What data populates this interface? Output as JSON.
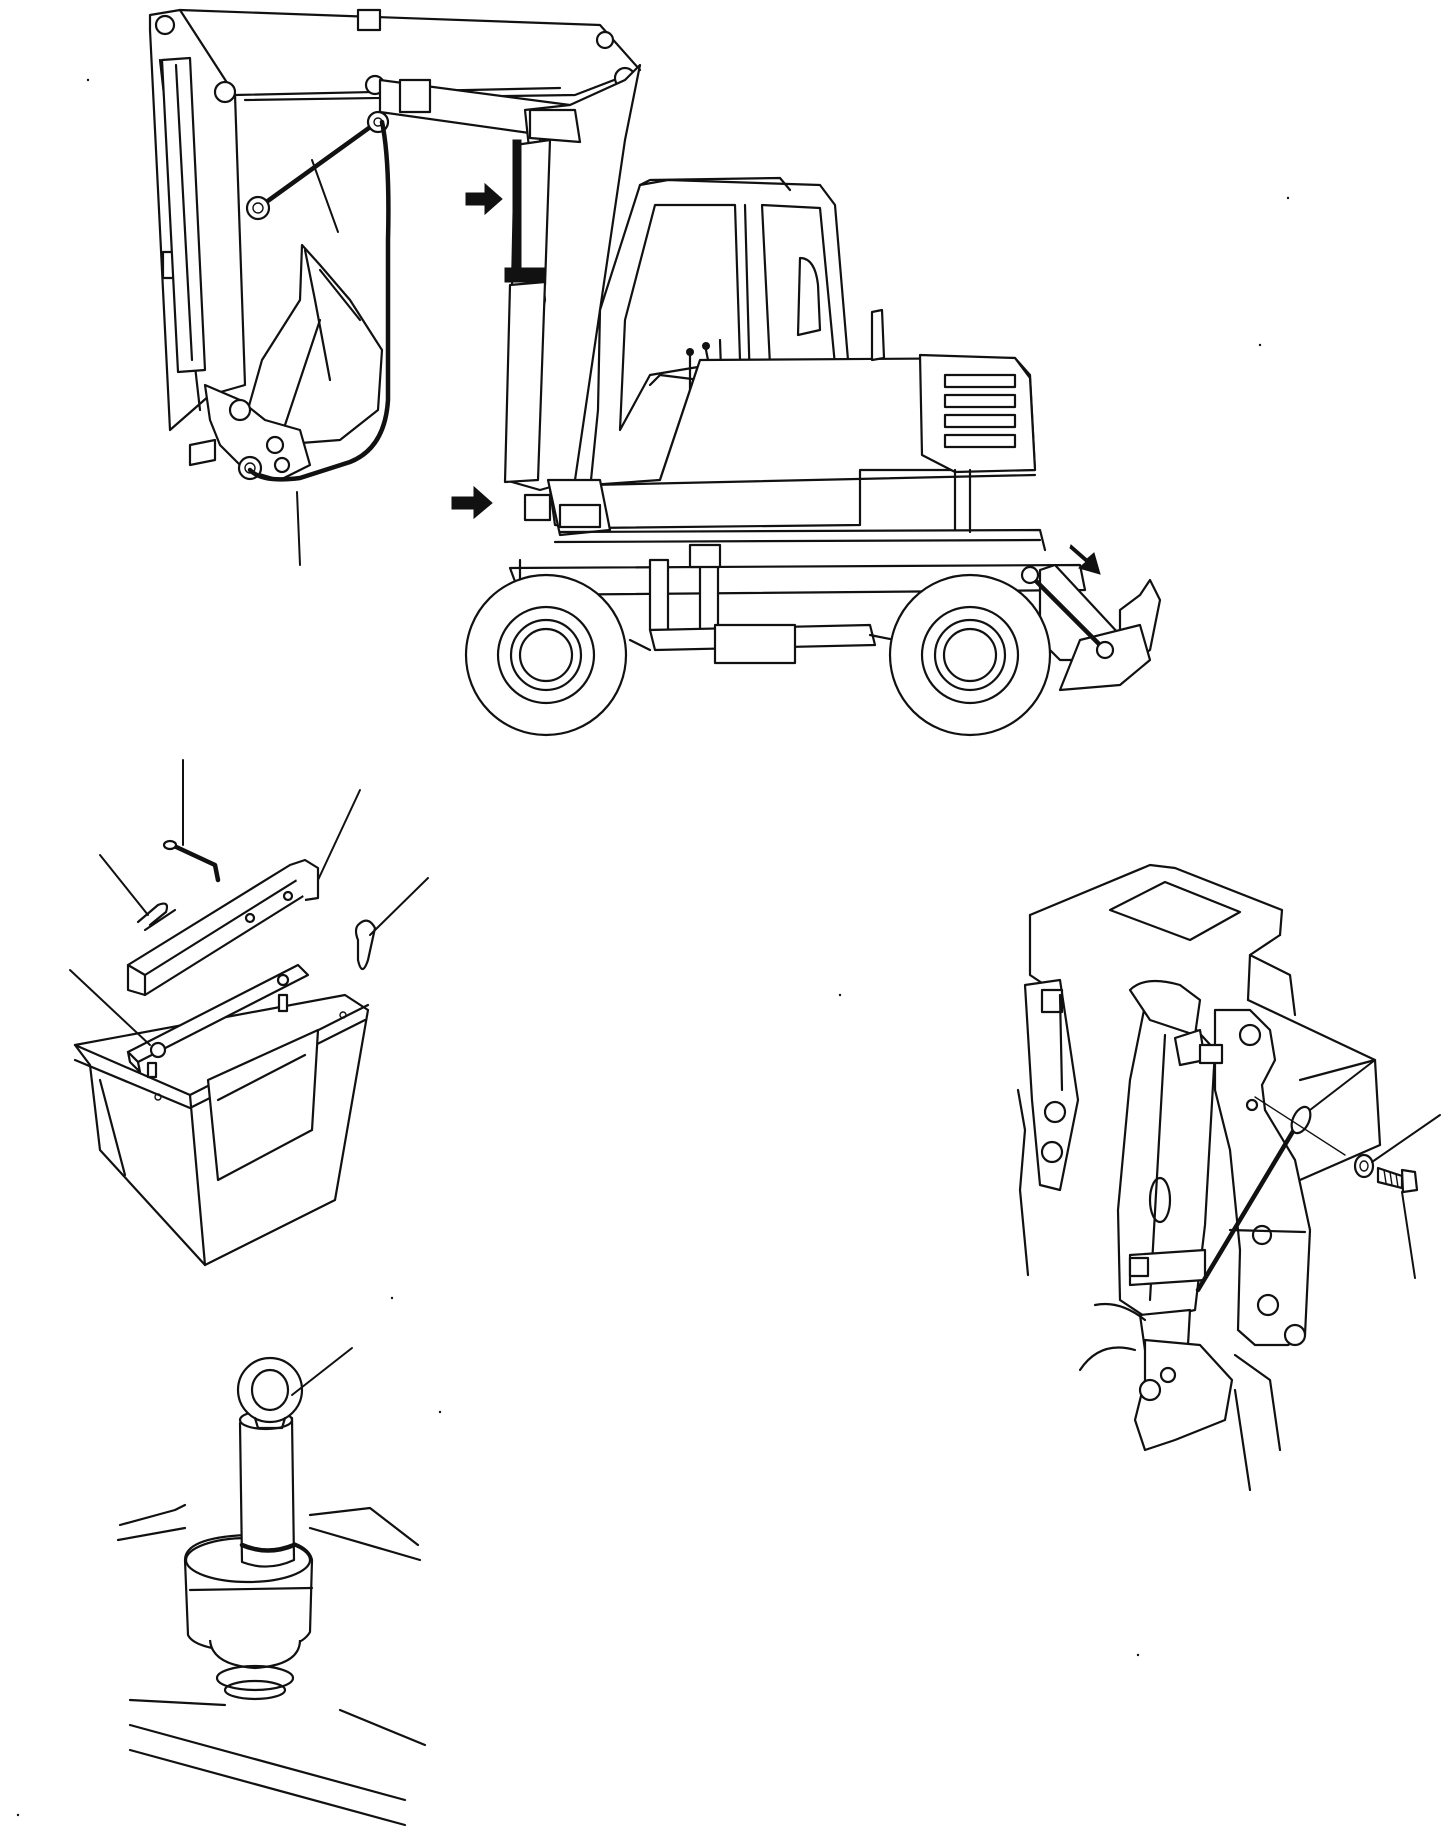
{
  "figure": {
    "views": [
      "wheeled-excavator-side-view",
      "lock-plate-box-detail",
      "lifting-eye-pin-detail",
      "boom-cylinder-lock-detail"
    ],
    "arrow_markers": 3,
    "leader_lines": 10
  }
}
